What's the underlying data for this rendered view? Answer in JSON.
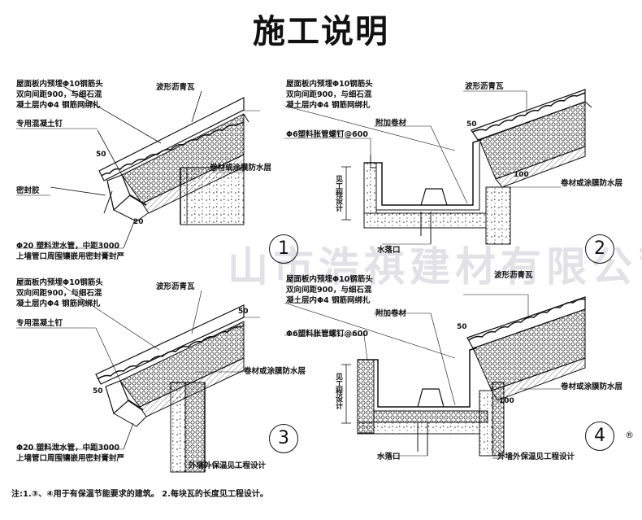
{
  "title": "施工说明",
  "watermark": "山市浩祺建材有限公司",
  "panels": [
    {
      "number": "1",
      "labels": {
        "rebar_note_1": "屋面板内预埋Φ10钢筋头",
        "rebar_note_2": "双向间距900，与细石混",
        "rebar_note_3": "凝土层内Φ4 钢筋网绑扎",
        "tile": "波形沥青瓦",
        "nail": "专用混凝土钉",
        "sealant": "密封胶",
        "membrane": "卷材或涂膜防水层",
        "drain_1": "Φ20 塑料泄水管，中距3000",
        "drain_2": "上墙管口周围镶嵌用密封膏封严"
      },
      "dims": [
        "50",
        "20"
      ]
    },
    {
      "number": "2",
      "labels": {
        "rebar_note_1": "屋面板内预埋Φ10钢筋头",
        "rebar_note_2": "双向间距900，与细石混",
        "rebar_note_3": "凝土层内Φ4 钢筋网绑扎",
        "tile": "波形沥青瓦",
        "screw": "Φ6塑料胀管螺钉@600",
        "extra": "附加卷材",
        "membrane": "卷材或涂膜防水层",
        "outlet": "水落口",
        "design": "见工程设计"
      },
      "dims": [
        "50",
        "100"
      ]
    },
    {
      "number": "3",
      "labels": {
        "rebar_note_1": "屋面板内预埋Φ10钢筋头",
        "rebar_note_2": "双向间距900，与细石混",
        "rebar_note_3": "凝土层内Φ4 钢筋网绑扎",
        "tile": "波形沥青瓦",
        "nail": "专用混凝土钉",
        "membrane": "卷材或涂膜防水层",
        "drain_1": "Φ20 塑料泄水管，中距3000",
        "drain_2": "上墙管口周围镶嵌用密封膏封严",
        "insulation": "外墙外保温见工程设计"
      },
      "dims": [
        "50",
        "50"
      ]
    },
    {
      "number": "4",
      "labels": {
        "rebar_note_1": "屋面板内预埋Φ10钢筋头",
        "rebar_note_2": "双向间距900，与细石混",
        "rebar_note_3": "凝土层内Φ4 钢筋网绑扎",
        "tile": "波形沥青瓦",
        "screw": "Φ6塑料胀管螺钉@600",
        "extra": "附加卷材",
        "membrane": "卷材或涂膜防水层",
        "outlet": "水落口",
        "design": "见工程设计",
        "insulation": "外墙外保温见工程设计"
      },
      "dims": [
        "50",
        "100"
      ]
    }
  ],
  "note": "注:1.③、④用于有保温节能要求的建筑。 2.每块瓦的长度见工程设计。",
  "registered_mark": "®"
}
